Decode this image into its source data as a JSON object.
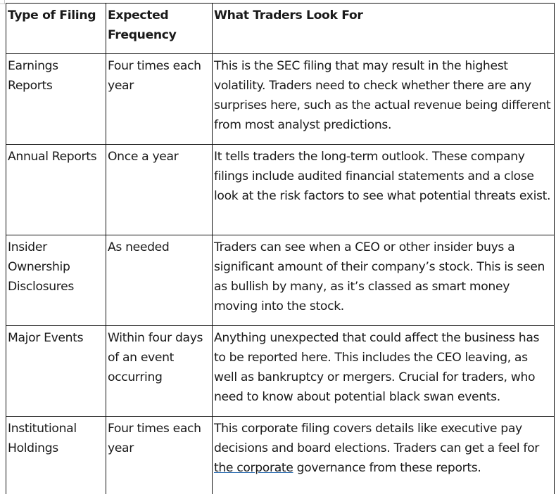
{
  "table": {
    "headers": [
      "Type of Filing",
      "Expected Frequency",
      "What Traders Look For"
    ],
    "rows": [
      {
        "type": "Earnings Reports",
        "frequency": "Four times each year",
        "look_for": "This is the SEC filing that may result in the highest volatility. Traders need to check whether there are any surprises here, such as the actual revenue being different from most analyst predictions."
      },
      {
        "type": "Annual Reports",
        "frequency": "Once a year",
        "look_for": "It tells traders the long-term outlook. These company filings include audited financial statements and a close look at the risk factors to see what potential threats exist."
      },
      {
        "type": "Insider Ownership Disclosures",
        "frequency": "As needed",
        "look_for": "Traders can see when a CEO or other insider buys a significant amount of their company’s stock. This is seen as bullish by many, as it’s classed as smart money moving into the stock."
      },
      {
        "type": "Major Events",
        "frequency": "Within four days of an event occurring",
        "look_for": "Anything unexpected that could affect the business has to be reported here. This includes the CEO leaving, as well as bankruptcy or mergers. Crucial for traders, who need to know about potential black swan events."
      },
      {
        "type": "Institutional Holdings",
        "frequency": "Four times each year",
        "look_for_before": "This corporate filing covers details like executive pay decisions and board elections. Traders can get a feel for ",
        "look_for_link": "the corporate",
        "look_for_after": " governance from these reports."
      }
    ]
  }
}
